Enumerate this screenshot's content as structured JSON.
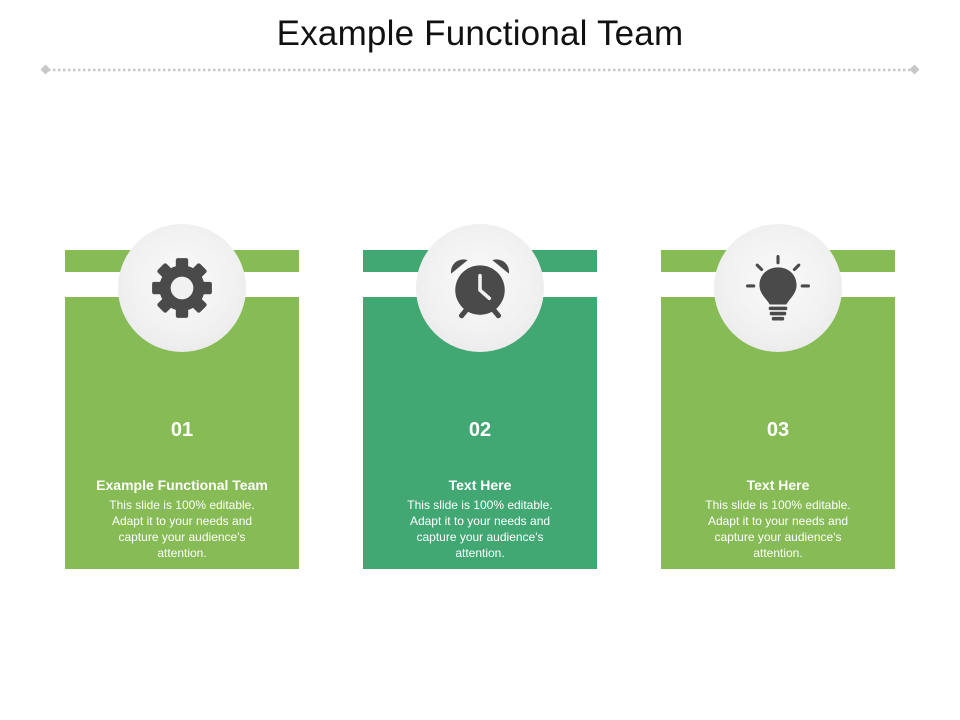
{
  "slide": {
    "title": "Example Functional Team",
    "colors": {
      "green": "#86bb55",
      "teal": "#42a873",
      "icon": "#4a4a4a",
      "circle": "#f2f2f2",
      "divider": "#c8c8c8"
    }
  },
  "cards": [
    {
      "number": "01",
      "heading": "Example Functional Team",
      "text": "This slide is 100% editable. Adapt it to your needs and capture your audience's attention.",
      "icon": "gear-icon",
      "color": "#86bb55"
    },
    {
      "number": "02",
      "heading": "Text Here",
      "text": "This slide is 100% editable. Adapt it to your needs and capture your audience's attention.",
      "icon": "alarm-clock-icon",
      "color": "#42a873"
    },
    {
      "number": "03",
      "heading": "Text Here",
      "text": "This slide is 100% editable. Adapt it to your needs and capture your audience's attention.",
      "icon": "light-bulb-icon",
      "color": "#86bb55"
    }
  ]
}
